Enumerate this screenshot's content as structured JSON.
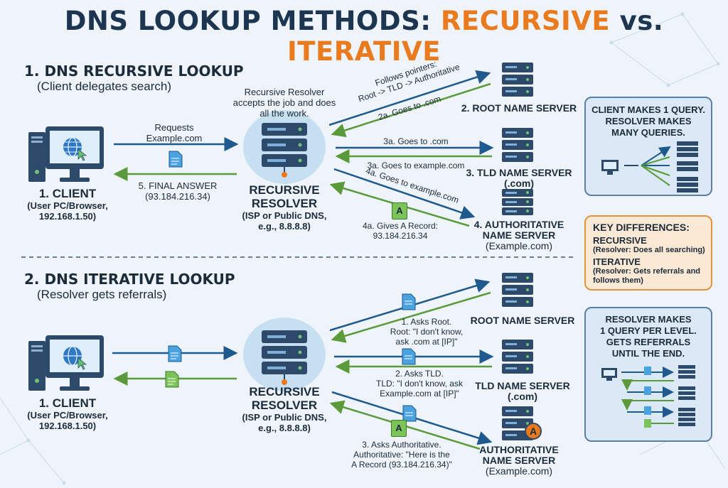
{
  "title": {
    "part1": "DNS LOOKUP METHODS: ",
    "part2": "RECURSIVE",
    "part3": " vs. ",
    "part4": "ITERATIVE"
  },
  "colors": {
    "navy": "#1c3550",
    "orange": "#ea7a1e",
    "blue_arrow": "#1f5a8f",
    "green_arrow": "#5a9a3a",
    "panel_bg": "#dbe8f5",
    "panel_border": "#5b7fa6",
    "orange_panel_bg": "#fbe9d5"
  },
  "recursive": {
    "title": "1. DNS RECURSIVE LOOKUP",
    "subtitle": "(Client delegates search)",
    "client": {
      "title": "1. CLIENT",
      "detail1": "(User PC/Browser,",
      "detail2": "192.168.1.50)"
    },
    "resolver_note": {
      "l1": "Recursive Resolver",
      "l2": "accepts the job and does",
      "l3": "all the work."
    },
    "resolver": {
      "title1": "RECURSIVE",
      "title2": "RESOLVER",
      "detail1": "(ISP or Public DNS,",
      "detail2": "e.g., 8.8.8.8)"
    },
    "requests": {
      "l1": "Requests",
      "l2": "Example.com"
    },
    "final_answer": {
      "l1": "5. FINAL ANSWER",
      "l2": "(93.184.216.34)"
    },
    "follows": {
      "l1": "Follows pointers:",
      "l2": "Root -> TLD -> Authoritative"
    },
    "msg_2a": "2a. Goes to .com",
    "msg_3a_out": "3a. Goes to .com",
    "msg_3a_back": "3a. Goes to example.com",
    "msg_4a": "4a. Goes to example.com",
    "msg_4a_record": {
      "l1": "4a. Gives A Record:",
      "l2": "93.184.216.34"
    },
    "root": "2. ROOT NAME SERVER",
    "tld": {
      "l1": "3. TLD NAME SERVER",
      "l2": "(.com)"
    },
    "auth": {
      "l1": "4. AUTHORITATIVE",
      "l2": "NAME SERVER",
      "l3": "(Example.com)"
    },
    "panel": {
      "l1": "CLIENT MAKES 1 QUERY.",
      "l2": "RESOLVER MAKES",
      "l3": "MANY QUERIES."
    }
  },
  "key_differences": {
    "title": "KEY DIFFERENCES:",
    "recursive": "RECURSIVE",
    "recursive_desc": "(Resolver: Does all searching)",
    "iterative": "ITERATIVE",
    "iterative_desc1": "(Resolver: Gets referrals and",
    "iterative_desc2": "follows them)"
  },
  "iterative": {
    "title": "2. DNS ITERATIVE LOOKUP",
    "subtitle": "(Resolver gets referrals)",
    "client": {
      "title": "1. CLIENT",
      "detail1": "(User PC/Browser,",
      "detail2": "192.168.1.50)"
    },
    "resolver": {
      "title1": "RECURSIVE",
      "title2": "RESOLVER",
      "detail1": "(ISP or Public DNS,",
      "detail2": "e.g., 8.8.8.8)"
    },
    "msg1": {
      "l1": "1. Asks Root.",
      "l2": "Root: \"I don't know,",
      "l3": "ask .com at [IP]\""
    },
    "msg2": {
      "l1": "2. Asks TLD.",
      "l2": "TLD: \"I don't know, ask",
      "l3": "Example.com at [IP]\""
    },
    "msg3": {
      "l1": "3. Asks Authoritative.",
      "l2": "Authoritative: \"Here is the",
      "l3": "A Record (93.184.216.34)\""
    },
    "root": "ROOT NAME SERVER",
    "tld": {
      "l1": "TLD NAME SERVER",
      "l2": "(.com)"
    },
    "auth": {
      "l1": "AUTHORITATIVE",
      "l2": "NAME SERVER",
      "l3": "(Example.com)"
    },
    "auth_badge": "A",
    "panel": {
      "l1": "RESOLVER MAKES",
      "l2": "1 QUERY PER LEVEL.",
      "l3": "GETS REFERRALS",
      "l4": "UNTIL THE END."
    }
  },
  "record_badge": "A"
}
